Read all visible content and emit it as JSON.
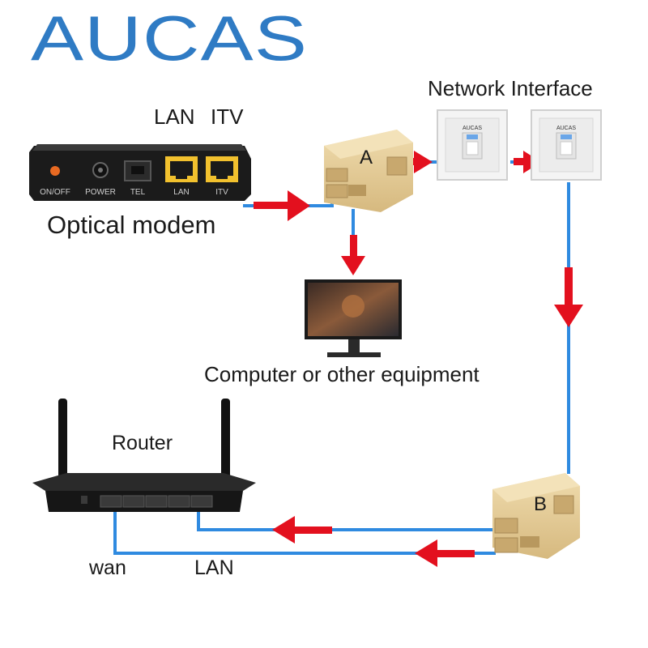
{
  "brand": {
    "logo_text": "AUCAS",
    "color": "#2f7bc4"
  },
  "colors": {
    "cable": "#2f8ae0",
    "arrow": "#e3101e",
    "coupler": "#e8cf9a",
    "modem": "#1b1b1b",
    "port": "#f2c12e"
  },
  "labels": {
    "port_lan": "LAN",
    "port_itv": "ITV",
    "network_interface": "Network Interface",
    "optical_modem": "Optical modem",
    "computer": "Computer or other equipment",
    "router": "Router",
    "wan": "wan",
    "lan": "LAN"
  },
  "modem": {
    "ports": [
      "ON/OFF",
      "POWER",
      "TEL",
      "LAN",
      "ITV"
    ]
  },
  "couplers": {
    "a": "A",
    "b": "B"
  },
  "wall_plate": {
    "brand": "AUCAS"
  }
}
